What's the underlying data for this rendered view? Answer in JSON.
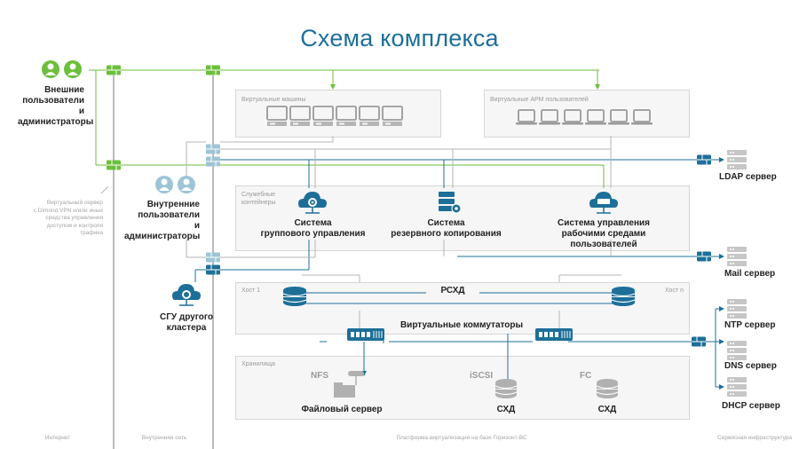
{
  "title": "Схема комплекса",
  "colors": {
    "primary": "#1d6f98",
    "green": "#6cbf3b",
    "line_gray": "#b5b5b5",
    "server_gray": "#c6c6c6"
  },
  "actors": {
    "external_users": "Внешние\nпользователи\nи администраторы",
    "internal_users": "Внутренние\nпользователи\nи администраторы",
    "vpn_note": "Виртуальный сервер\nс Dimond VPN и/или иные\nсредства управления\nдоступом и контроля\nтрафика",
    "sgu_other": "СГУ другого\nкластера"
  },
  "blocks": {
    "vms": "Виртуальные машины",
    "arm": "Виртуальные АРМ пользователей",
    "service_containers": "Служебные\nконтейнеры",
    "host1": "Хост 1",
    "hostn": "Хост n",
    "storage": "Хранилища"
  },
  "systems": {
    "group_mgmt": "Система\nгруппового управления",
    "backup": "Система\nрезервного копирования",
    "workspace_mgmt": "Система управления\nрабочими средами пользователей"
  },
  "rshd": "РСХД",
  "virtual_switches": "Виртуальные коммутаторы",
  "storage_items": {
    "nfs": "NFS",
    "file_server": "Файловый сервер",
    "iscsi": "iSCSI",
    "shd1": "СХД",
    "fc": "FC",
    "shd2": "СХД"
  },
  "servers": {
    "ldap": "LDAP сервер",
    "mail": "Mail сервер",
    "ntp": "NTP сервер",
    "dns": "DNS сервер",
    "dhcp": "DHCP сервер"
  },
  "zones": {
    "internet": "Интернет",
    "internal_net": "Внутренняя сеть",
    "platform": "Платформа виртуализации на базе Горизонт-ВС",
    "service_infra": "Сервисная инфраструктура"
  },
  "icons": [
    "user-icon",
    "firewall-icon",
    "monitor-icon",
    "laptop-icon",
    "cloud-gear-icon",
    "server-gear-icon",
    "cloud-network-icon",
    "database-icon",
    "switch-icon",
    "folder-icon",
    "server-rack-icon"
  ]
}
